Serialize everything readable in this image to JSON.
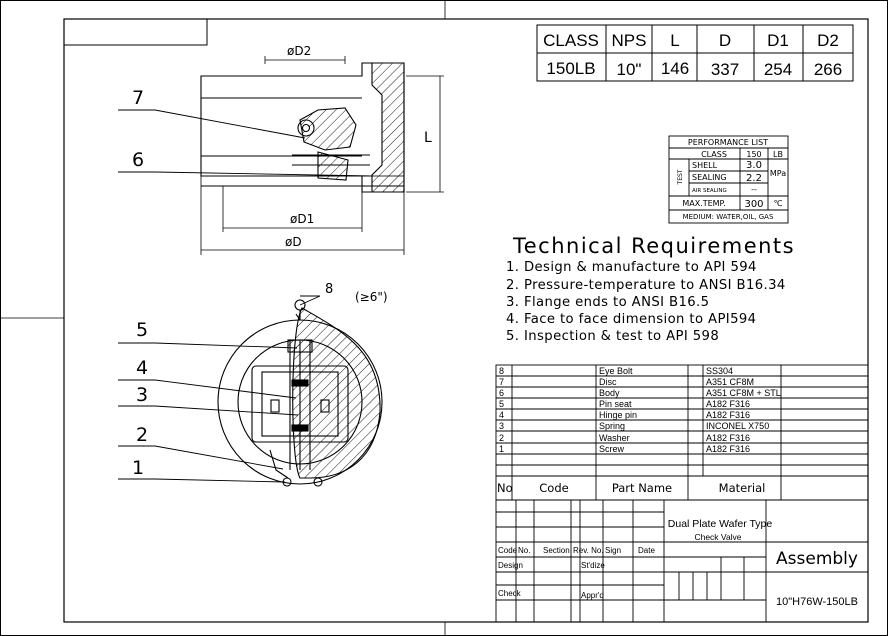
{
  "spec_table": {
    "headers": [
      "CLASS",
      "NPS",
      "L",
      "D",
      "D1",
      "D2"
    ],
    "values": [
      "150LB",
      "10\"",
      "146",
      "337",
      "254",
      "266"
    ]
  },
  "performance": {
    "title": "PERFORMANCE LIST",
    "class_label": "CLASS",
    "class_value": "150",
    "class_unit": "LB",
    "test_label": "TEST",
    "shell_label": "SHELL",
    "shell_value": "3.0",
    "sealing_label": "SEALING",
    "sealing_value": "2.2",
    "pressure_unit": "MPa",
    "air_sealing_label": "AIR SEALING",
    "air_sealing_value": "--",
    "max_temp_label": "MAX.TEMP.",
    "max_temp_value": "300",
    "max_temp_unit": "℃",
    "medium": "MEDIUM: WATER,OIL, GAS"
  },
  "requirements": {
    "title": "Technical Requirements",
    "items": [
      "1. Design & manufacture to API 594",
      "2. Pressure-temperature to ANSI B16.34",
      "3. Flange ends to ANSI B16.5",
      "4. Face to face dimension to API594",
      "5. Inspection & test to API 598"
    ]
  },
  "drawing": {
    "dim_d2": "øD2",
    "dim_d1": "øD1",
    "dim_d": "øD",
    "dim_l": "L",
    "callout_8_note": "(≥6\")",
    "callouts": [
      "7",
      "6",
      "8",
      "5",
      "4",
      "3",
      "2",
      "1"
    ]
  },
  "bom": {
    "rows": [
      {
        "no": "8",
        "part": "Eye Bolt",
        "material": "SS304"
      },
      {
        "no": "7",
        "part": "Disc",
        "material": "A351 CF8M"
      },
      {
        "no": "6",
        "part": "Body",
        "material": "A351 CF8M + STL"
      },
      {
        "no": "5",
        "part": "Pin seat",
        "material": "A182 F316"
      },
      {
        "no": "4",
        "part": "Hinge pin",
        "material": "A182 F316"
      },
      {
        "no": "3",
        "part": "Spring",
        "material": "INCONEL X750"
      },
      {
        "no": "2",
        "part": "Washer",
        "material": "A182 F316"
      },
      {
        "no": "1",
        "part": "Screw",
        "material": "A182 F316"
      }
    ],
    "header": {
      "no": "No",
      "code": "Code",
      "part": "Part Name",
      "material": "Material"
    }
  },
  "title_block": {
    "product_line1": "Dual Plate Wafer Type",
    "product_line2": "Check Valve",
    "assembly": "Assembly",
    "drawing_no": "10\"H76W-150LB",
    "row_labels": [
      "Code",
      "No.",
      "Section",
      "Rev. No.",
      "Sign",
      "Date"
    ],
    "design": "Design",
    "stdize": "St'dize",
    "check": "Check",
    "apprd": "Appr'd"
  }
}
